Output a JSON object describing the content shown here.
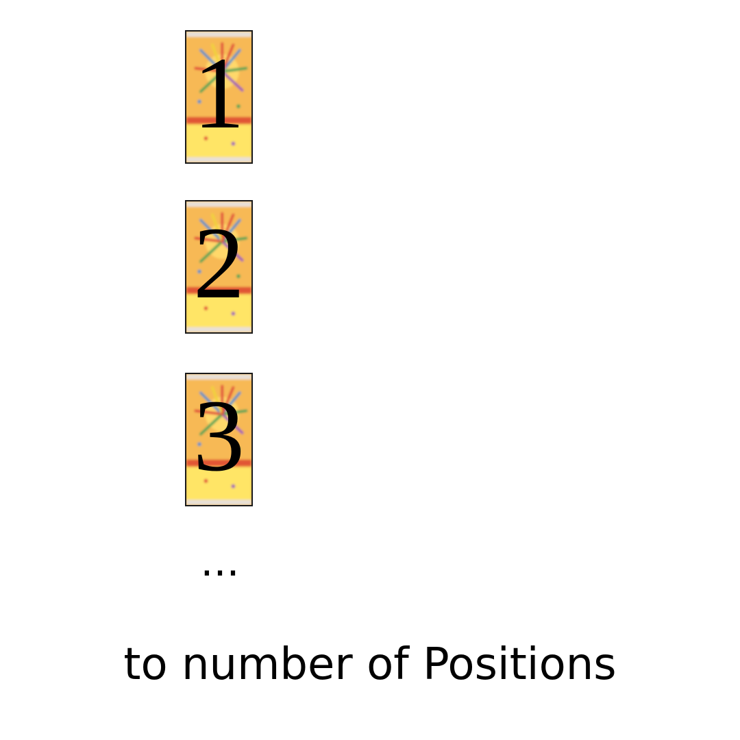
{
  "positions": [
    {
      "label": "1"
    },
    {
      "label": "2"
    },
    {
      "label": "3"
    }
  ],
  "ellipsis": "...",
  "caption": "to number of Positions",
  "card_art": {
    "base_color": "#f7b955",
    "ray_colors": [
      "#4a90c8",
      "#e0453a",
      "#3aa357",
      "#f0d23a",
      "#9b59b6"
    ],
    "band_color": "#d9352b",
    "bottom_color": "#ffe566",
    "frame_color": "#1a1a1a"
  }
}
